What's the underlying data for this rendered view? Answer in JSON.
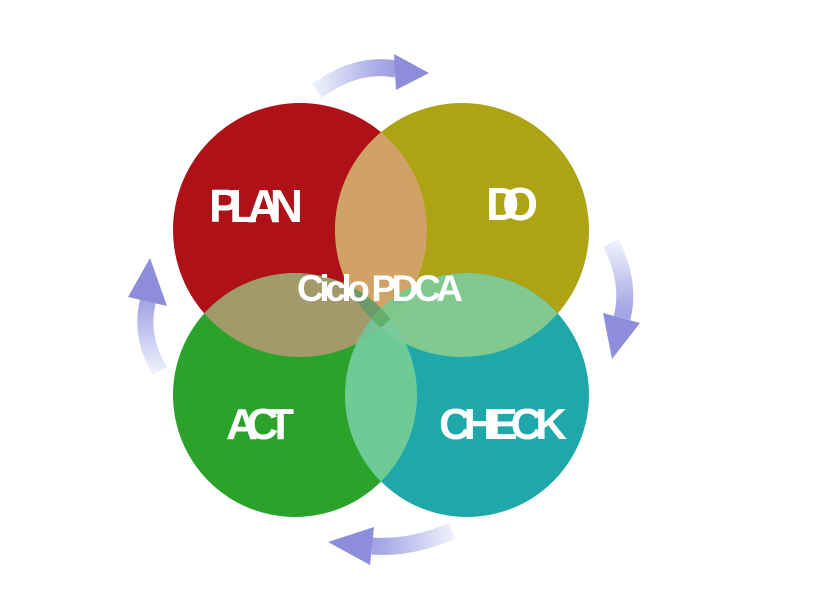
{
  "title": {
    "text": "Ciclo PDCA"
  },
  "circles": [
    {
      "id": "plan",
      "label": "PLAN",
      "color": "#ae1117"
    },
    {
      "id": "do",
      "label": "DO",
      "color": "#ada313"
    },
    {
      "id": "act",
      "label": "ACT",
      "color": "#2ba32b"
    },
    {
      "id": "check",
      "label": "CHECK",
      "color": "#1fa8a9"
    }
  ],
  "overlaps": {
    "plan_do": "#d0a265",
    "plan_act": "#a39a6b",
    "do_check": "#82c990",
    "act_check": "#6fcb96",
    "plan_do_act": "#6d9a66",
    "plan_do_check": "#7ec788",
    "plan_act_check": "#76c195",
    "do_act_check": "#7bcc9b",
    "center": "#63b06d"
  },
  "arrows": {
    "dark": "#8d8ddb",
    "mid": "#a9aae6",
    "light": "#eef0fb"
  },
  "label_color": "#ffffff",
  "background": "#ffffff"
}
